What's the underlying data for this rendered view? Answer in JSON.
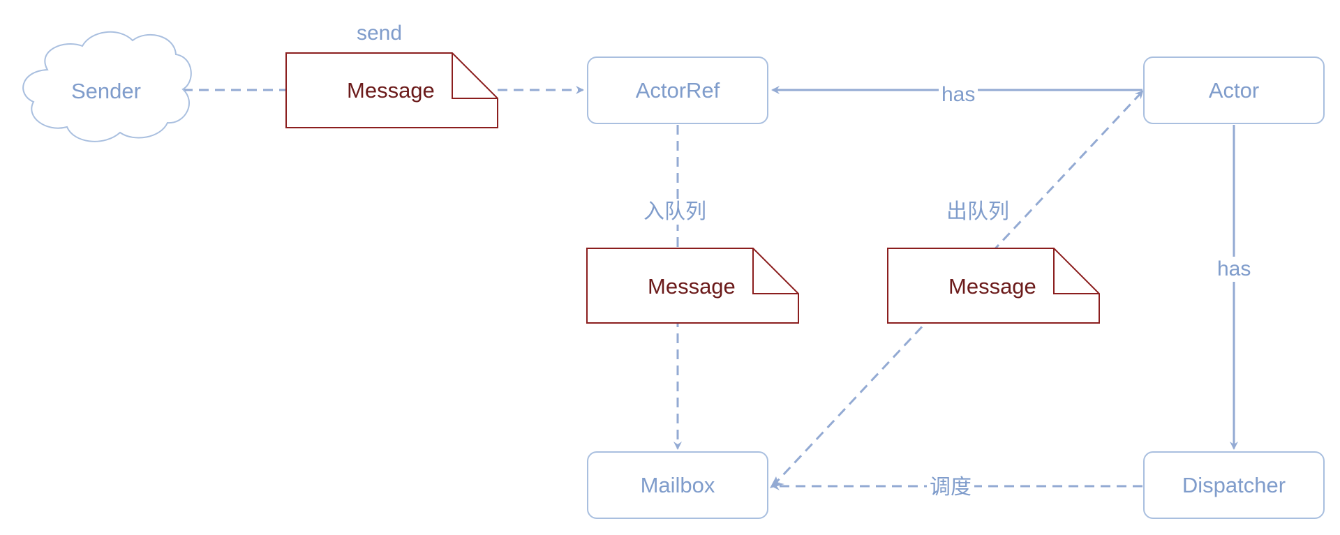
{
  "diagram": {
    "nodes": {
      "sender": "Sender",
      "actorref": "ActorRef",
      "actor": "Actor",
      "mailbox": "Mailbox",
      "dispatcher": "Dispatcher"
    },
    "messages": [
      "Message",
      "Message",
      "Message"
    ],
    "edges": {
      "send": "send",
      "has_ref": "has",
      "has_dispatcher": "has",
      "enqueue": "入队列",
      "dequeue": "出队列",
      "schedule": "调度"
    }
  },
  "colors": {
    "node_stroke": "#a9bfdf",
    "node_text": "#7f9ccb",
    "edge": "#93aad3",
    "message_stroke": "#8b1e1e",
    "message_text": "#6b1a1a",
    "background": "#ffffff"
  }
}
